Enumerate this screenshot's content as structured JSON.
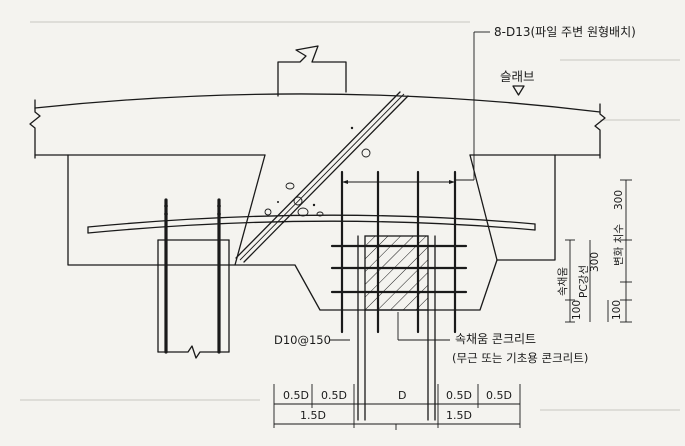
{
  "labels": {
    "rebar_callout": "8-D13(파일 주변 원형배치)",
    "slab": "슬래브",
    "stirrup": "D10@150",
    "fill_concrete": "속채움 콘크리트",
    "fill_concrete_note": "(무근 또는 기초용 콘크리트)",
    "dim_300_top": "300",
    "pc_label": "PC강선",
    "dim_300_mid": "300",
    "dim_100_left": "100",
    "dim_100_right": "100",
    "vertical_label_a": "속채움",
    "vertical_label_b": "변화 치수"
  },
  "dims": {
    "d1": "0.5D",
    "d2": "0.5D",
    "d3": "D",
    "d4": "0.5D",
    "d5": "0.5D",
    "s1": "1.5D",
    "s2": "1.5D"
  },
  "colors": {
    "ink": "#1a1a1a",
    "paper": "#f4f3ef",
    "faint": "#c9c7c1"
  }
}
